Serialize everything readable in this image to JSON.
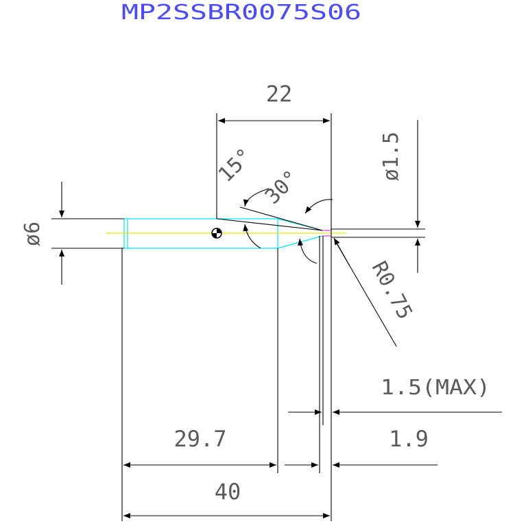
{
  "title": "MP2SSBR0075S06",
  "dimensions": {
    "d22": "22",
    "dia15": "ø1.5",
    "ang15": "15°",
    "ang30": "30°",
    "dia6": "ø6",
    "r075": "R0.75",
    "max15": "1.5(MAX)",
    "d297": "29.7",
    "d19": "1.9",
    "d40": "40"
  },
  "colors": {
    "title": "#4a4aff",
    "linework": "#000000",
    "outline": "#00e5ff",
    "centerline": "#e6e600",
    "tip": "#ff00ff"
  }
}
